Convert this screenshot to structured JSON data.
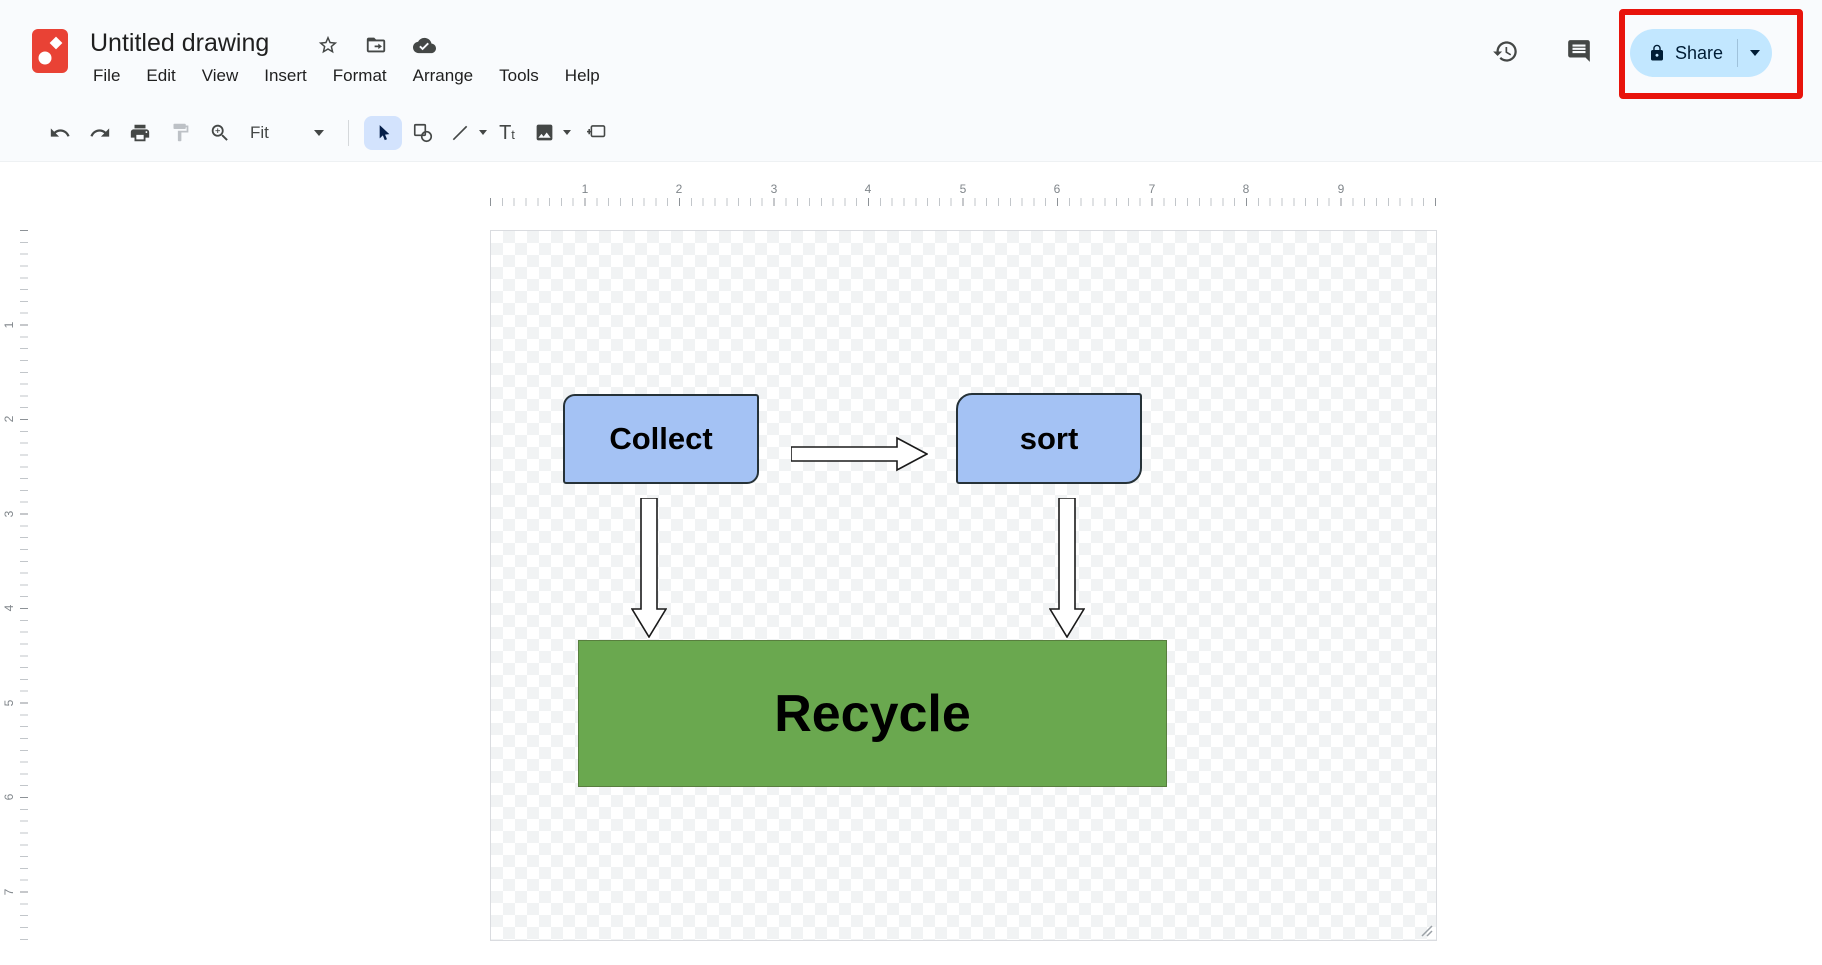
{
  "app": {
    "name": "Google Drawings"
  },
  "header": {
    "title": "Untitled drawing",
    "menus": [
      "File",
      "Edit",
      "View",
      "Insert",
      "Format",
      "Arrange",
      "Tools",
      "Help"
    ],
    "share_label": "Share"
  },
  "toolbar": {
    "zoom_value": "Fit"
  },
  "rulers": {
    "horizontal": [
      "1",
      "2",
      "3",
      "4",
      "5",
      "6",
      "7",
      "8",
      "9"
    ],
    "vertical": [
      "1",
      "2",
      "3",
      "4",
      "5",
      "6",
      "7"
    ]
  },
  "canvas": {
    "shapes": {
      "collect": {
        "label": "Collect",
        "fill": "#a4c2f4",
        "border": "#263238",
        "text_color": "#000000"
      },
      "sort": {
        "label": "sort",
        "fill": "#a4c2f4",
        "border": "#263238",
        "text_color": "#000000"
      },
      "recycle": {
        "label": "Recycle",
        "fill": "#6aa84f",
        "border": "#587e3e",
        "text_color": "#000000"
      }
    },
    "connectors": [
      "arrow-right",
      "arrow-down",
      "arrow-down"
    ]
  },
  "colors": {
    "header_bg": "#f9fbfd",
    "share_pill_bg": "#c2e7ff",
    "share_text": "#001d35",
    "active_tool_bg": "#d3e3fd",
    "annotation": "#e8140c",
    "logo_red": "#e94235"
  }
}
